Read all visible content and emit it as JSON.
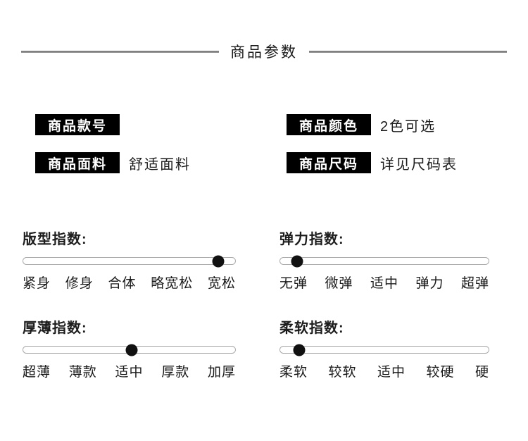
{
  "page": {
    "title": "商品参数"
  },
  "specs": [
    {
      "label": "商品款号",
      "value": ""
    },
    {
      "label": "商品颜色",
      "value": "2色可选"
    },
    {
      "label": "商品面料",
      "value": "舒适面料"
    },
    {
      "label": "商品尺码",
      "value": "详见尺码表"
    }
  ],
  "indices": [
    {
      "title": "版型指数:",
      "dot_position": "92%",
      "labels": [
        "紧身",
        "修身",
        "合体",
        "略宽松",
        "宽松"
      ]
    },
    {
      "title": "弹力指数:",
      "dot_position": "8%",
      "labels": [
        "无弹",
        "微弹",
        "适中",
        "弹力",
        "超弹"
      ]
    },
    {
      "title": "厚薄指数:",
      "dot_position": "51%",
      "labels": [
        "超薄",
        "薄款",
        "适中",
        "厚款",
        "加厚"
      ]
    },
    {
      "title": "柔软指数:",
      "dot_position": "9%",
      "labels": [
        "柔软",
        "较软",
        "适中",
        "较硬",
        "硬"
      ]
    }
  ],
  "colors": {
    "background": "#ffffff",
    "text": "#1c1c1c",
    "label_box_bg": "#000000",
    "label_box_text": "#ffffff",
    "divider_line": "#8c8c8c",
    "track_border": "#ababab",
    "dot_fill": "#111111"
  }
}
